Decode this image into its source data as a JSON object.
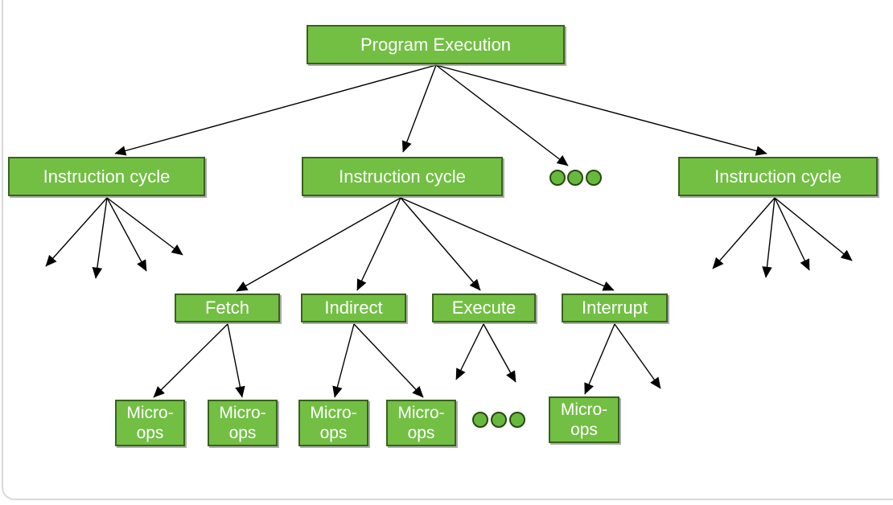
{
  "diagram": {
    "title": "Program Execution tree",
    "palette": {
      "node_fill": "#72bf44",
      "node_border": "#38621d",
      "node_text": "#ffffff",
      "arrow_color": "#000000",
      "frame_border": "#d9d9d9",
      "dot_fill": "#67b93e"
    },
    "nodes": {
      "program_execution": {
        "label": "Program Execution"
      },
      "instruction_cycles": [
        {
          "label": "Instruction cycle"
        },
        {
          "label": "Instruction cycle"
        },
        {
          "label": "Instruction cycle"
        }
      ],
      "phases": [
        {
          "label": "Fetch"
        },
        {
          "label": "Indirect"
        },
        {
          "label": "Execute"
        },
        {
          "label": "Interrupt"
        }
      ],
      "micro_ops_label": {
        "line1": "Micro-",
        "line2": "ops"
      },
      "micro_ops_count": 5
    },
    "ellipses": [
      {
        "name": "ellipsis-instruction-cycles",
        "dots": 3
      },
      {
        "name": "ellipsis-micro-ops",
        "dots": 3
      }
    ],
    "edges": [
      {
        "from": "program-execution",
        "to": "instruction-cycle-1"
      },
      {
        "from": "program-execution",
        "to": "instruction-cycle-2"
      },
      {
        "from": "program-execution",
        "to": "ellipsis-instruction-cycles"
      },
      {
        "from": "program-execution",
        "to": "instruction-cycle-3"
      },
      {
        "from": "instruction-cycle-1",
        "to": "unlabeled",
        "count": 4
      },
      {
        "from": "instruction-cycle-3",
        "to": "unlabeled",
        "count": 4
      },
      {
        "from": "instruction-cycle-2",
        "to": "fetch"
      },
      {
        "from": "instruction-cycle-2",
        "to": "indirect"
      },
      {
        "from": "instruction-cycle-2",
        "to": "execute"
      },
      {
        "from": "instruction-cycle-2",
        "to": "interrupt"
      },
      {
        "from": "fetch",
        "to": "micro-ops-1"
      },
      {
        "from": "fetch",
        "to": "micro-ops-2"
      },
      {
        "from": "indirect",
        "to": "micro-ops-3"
      },
      {
        "from": "indirect",
        "to": "micro-ops-4"
      },
      {
        "from": "execute",
        "to": "unlabeled",
        "count": 2
      },
      {
        "from": "interrupt",
        "to": "micro-ops-5"
      },
      {
        "from": "interrupt",
        "to": "unlabeled",
        "count": 1
      }
    ]
  }
}
